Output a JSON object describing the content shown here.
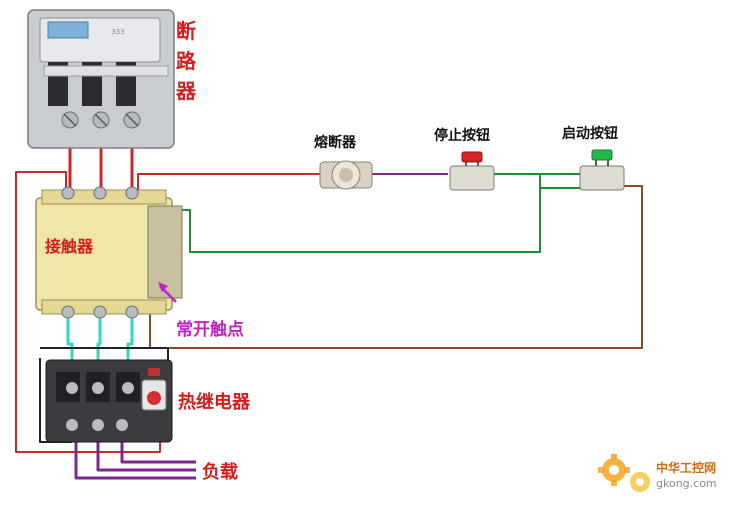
{
  "labels": {
    "breaker": [
      "断",
      "路",
      "器"
    ],
    "contactor": "接触器",
    "fuse": "熔断器",
    "stop_button": "停止按钮",
    "start_button": "启动按钮",
    "no_contact": "常开触点",
    "thermal_relay": "热继电器",
    "load": "负载"
  },
  "breaker_small_text": "333",
  "watermark": {
    "cn": "中华工控网",
    "url": "gkong.com"
  },
  "colors": {
    "label_red": "#d41e1e",
    "label_magenta": "#c020c8",
    "wire_red": "#c8282a",
    "wire_green": "#1d8f2e",
    "wire_purple": "#7a2a8a",
    "wire_brown": "#8b4a23",
    "wire_black": "#222222",
    "wire_cyan": "#34d6c4",
    "stop_cap": "#d42424",
    "start_cap": "#22b84a"
  }
}
